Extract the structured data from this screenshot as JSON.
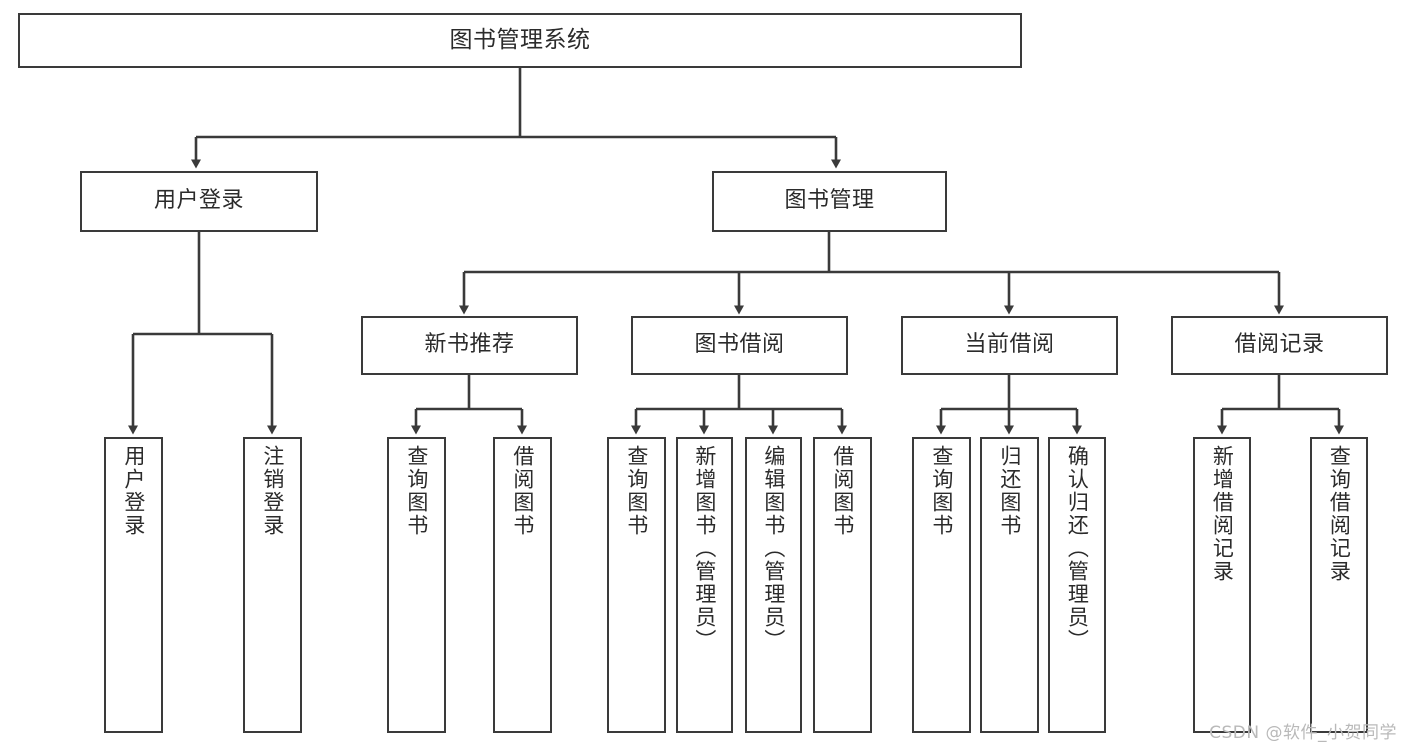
{
  "diagram": {
    "title": "图书管理系统",
    "type": "tree-hierarchy",
    "watermark": "CSDN @软件_小贺同学",
    "colors": {
      "box_border": "#3a3a3a",
      "box_fill": "#ffffff",
      "edge": "#3a3a3a",
      "text": "#2b2b2b",
      "watermark": "#b9b9b9",
      "background": "#ffffff"
    },
    "nodes": {
      "root": {
        "label": "图书管理系统"
      },
      "level2": [
        {
          "id": "user-login",
          "label": "用户登录"
        },
        {
          "id": "book-manage",
          "label": "图书管理"
        }
      ],
      "level3": [
        {
          "id": "new-book-recommend",
          "label": "新书推荐"
        },
        {
          "id": "book-borrow",
          "label": "图书借阅"
        },
        {
          "id": "current-borrow",
          "label": "当前借阅"
        },
        {
          "id": "borrow-record",
          "label": "借阅记录"
        }
      ],
      "leaves": {
        "user-login": [
          {
            "id": "leaf-user-login",
            "label": "用户登录"
          },
          {
            "id": "leaf-logout",
            "label": "注销登录"
          }
        ],
        "new-book-recommend": [
          {
            "id": "leaf-query-book-1",
            "label": "查询图书"
          },
          {
            "id": "leaf-borrow-book-1",
            "label": "借阅图书"
          }
        ],
        "book-borrow": [
          {
            "id": "leaf-query-book-2",
            "label": "查询图书"
          },
          {
            "id": "leaf-add-book",
            "label": "新增图书（管理员）"
          },
          {
            "id": "leaf-edit-book",
            "label": "编辑图书（管理员）"
          },
          {
            "id": "leaf-borrow-book-2",
            "label": "借阅图书"
          }
        ],
        "current-borrow": [
          {
            "id": "leaf-query-book-3",
            "label": "查询图书"
          },
          {
            "id": "leaf-return-book",
            "label": "归还图书"
          },
          {
            "id": "leaf-confirm-return",
            "label": "确认归还（管理员）"
          }
        ],
        "borrow-record": [
          {
            "id": "leaf-add-record",
            "label": "新增借阅记录"
          },
          {
            "id": "leaf-query-record",
            "label": "查询借阅记录"
          }
        ]
      }
    }
  }
}
